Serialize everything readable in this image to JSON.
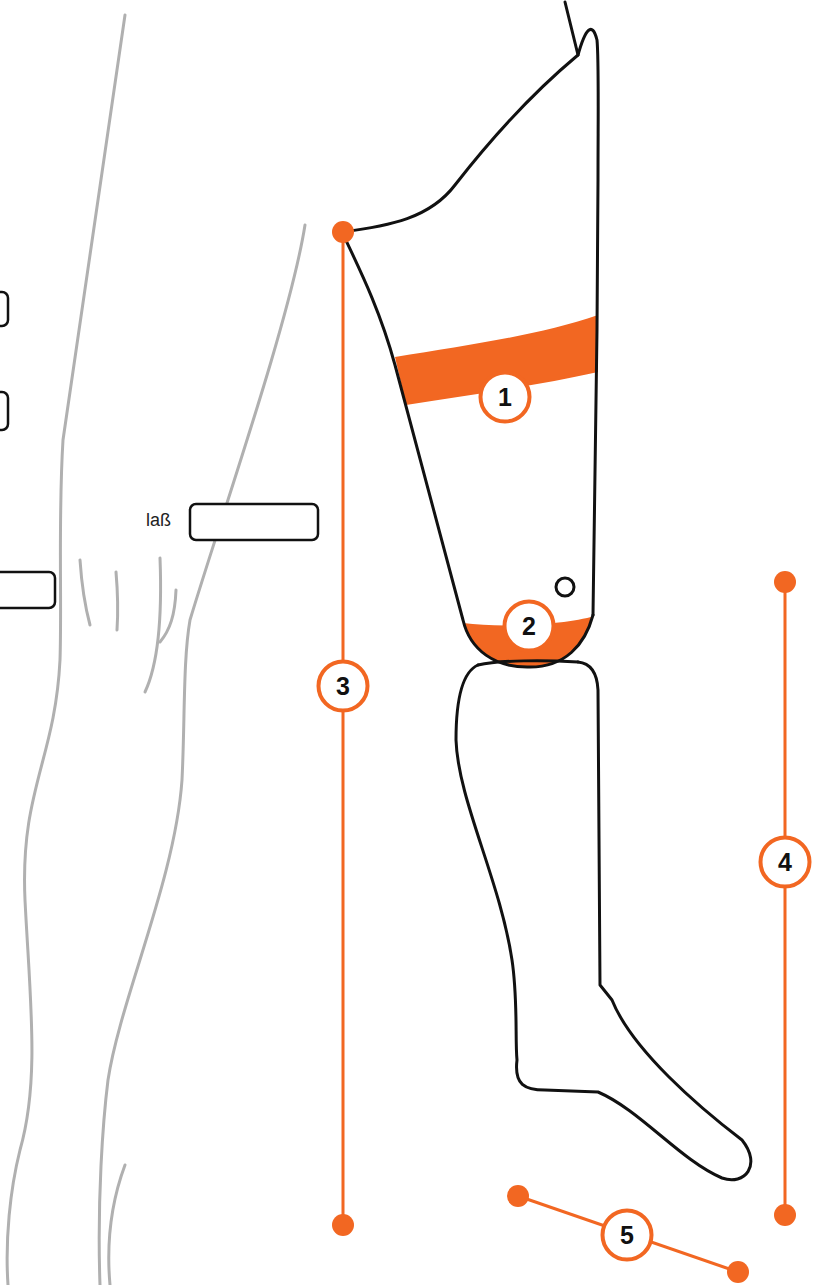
{
  "diagram": {
    "nodes": [
      {
        "text": [
          "1"
        ]
      },
      {
        "text": [
          "2"
        ]
      },
      {
        "text": [
          "3"
        ]
      },
      {
        "text": [
          "4"
        ]
      },
      {
        "text": [
          "5"
        ]
      }
    ],
    "labels": [
      "laß"
    ]
  }
}
